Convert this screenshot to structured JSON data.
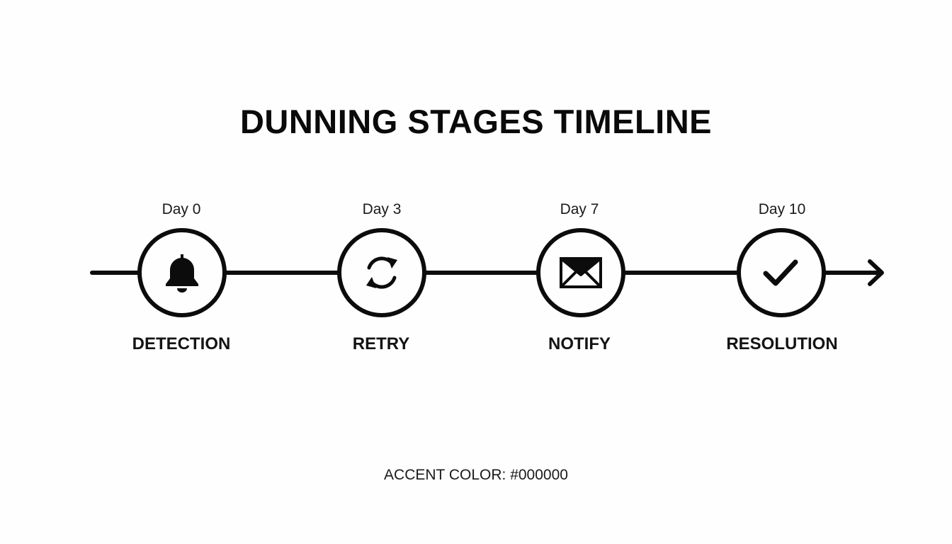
{
  "title": "DUNNING STAGES TIMELINE",
  "stages": [
    {
      "day": "Day 0",
      "label": "DETECTION",
      "icon": "bell-icon"
    },
    {
      "day": "Day 3",
      "label": "RETRY",
      "icon": "refresh-icon"
    },
    {
      "day": "Day 7",
      "label": "NOTIFY",
      "icon": "envelope-icon"
    },
    {
      "day": "Day 10",
      "label": "RESOLUTION",
      "icon": "checkmark-icon"
    }
  ],
  "footer": "ACCENT COLOR: #000000",
  "colors": {
    "accent": "#000000",
    "background": "#fefefe"
  }
}
